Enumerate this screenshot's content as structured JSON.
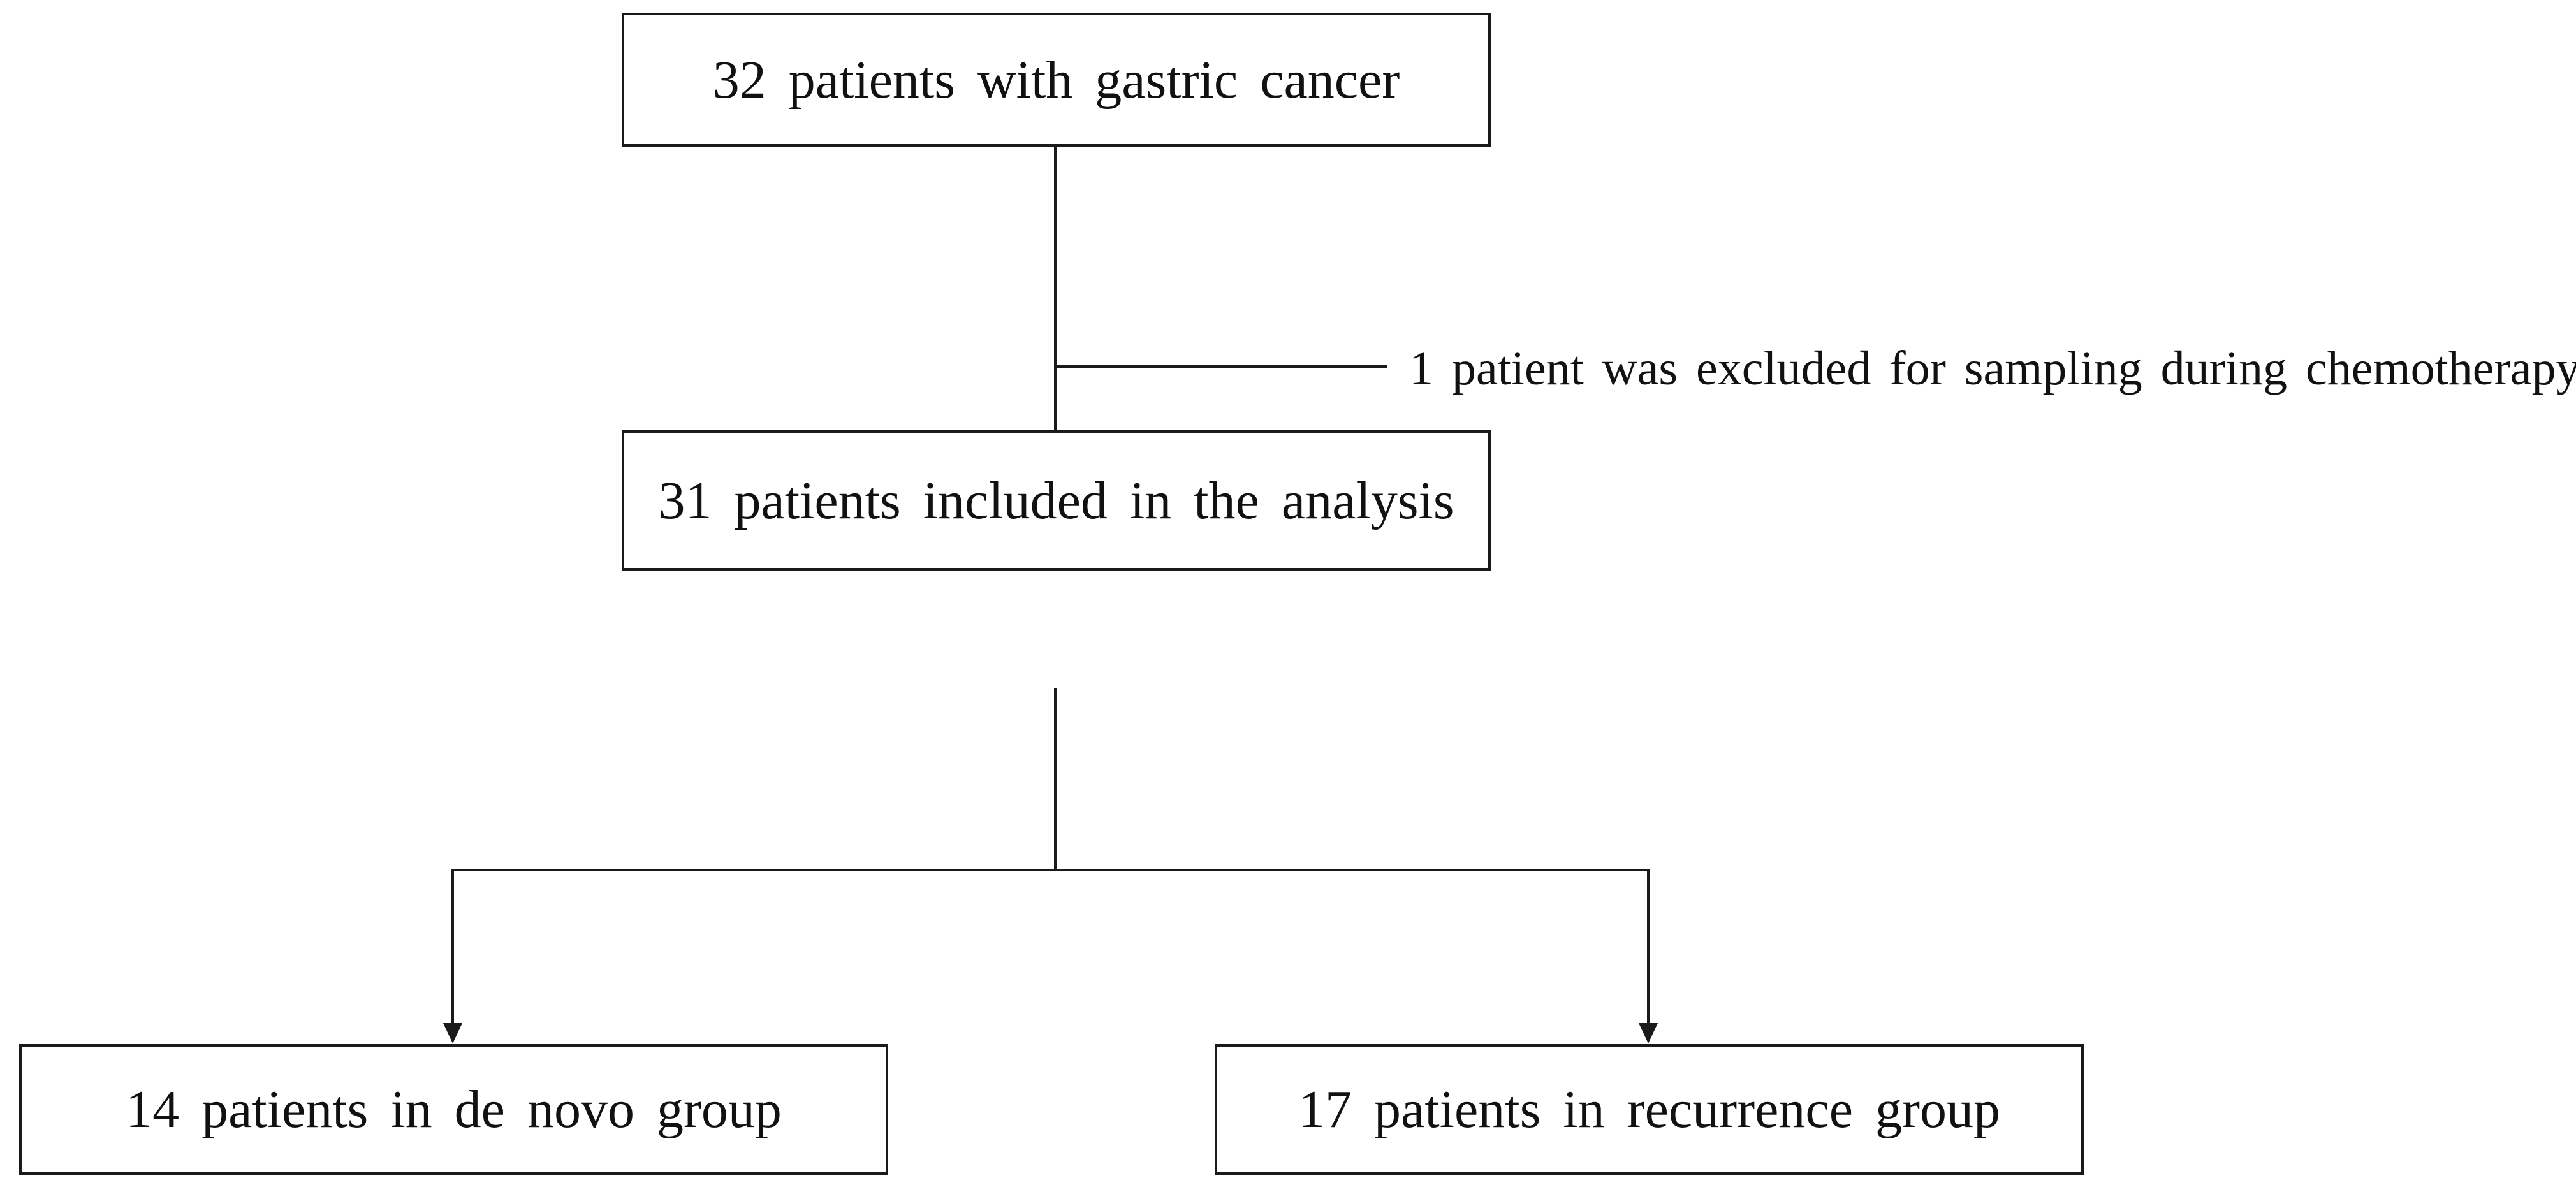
{
  "diagram": {
    "boxes": {
      "top": "32 patients with gastric cancer",
      "middle": "31 patients included in the analysis",
      "left": "14 patients in de novo group",
      "right": "17 patients in recurrence group"
    },
    "exclusion_note": "1 patient was excluded for sampling during chemotherapy"
  }
}
